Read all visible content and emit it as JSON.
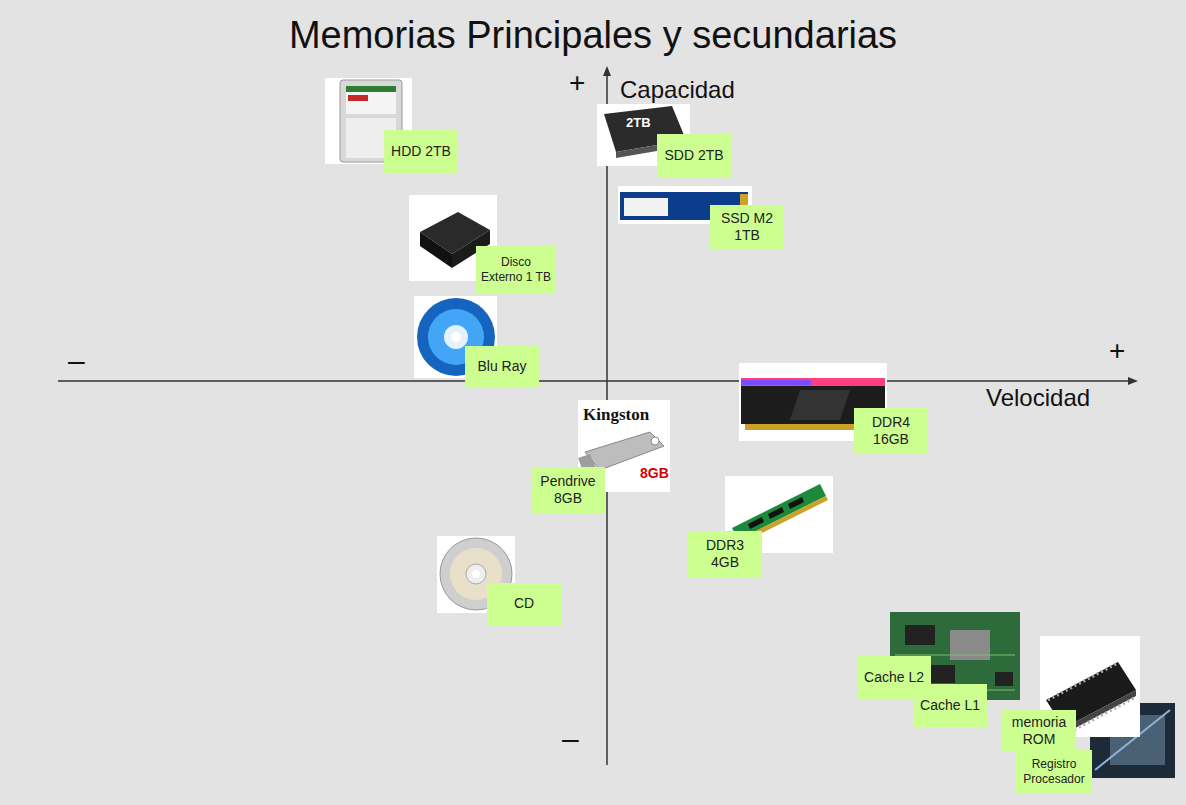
{
  "diagram": {
    "title": "Memorias Principales y secundarias",
    "nodes": [
      {
        "text": [
          "HDD 2TB"
        ]
      },
      {
        "text": [
          "SDD 2TB"
        ]
      },
      {
        "text": [
          "SSD M2 1TB"
        ]
      },
      {
        "text": [
          "Disco Externo 1 TB"
        ]
      },
      {
        "text": [
          "Blu Ray"
        ]
      },
      {
        "text": [
          "DDR4 16GB"
        ]
      },
      {
        "text": [
          "Pendrive 8GB"
        ]
      },
      {
        "text": [
          "DDR3 4GB"
        ]
      },
      {
        "text": [
          "CD"
        ]
      },
      {
        "text": [
          "Cache L2"
        ]
      },
      {
        "text": [
          "Cache L1"
        ]
      },
      {
        "text": [
          "memoria ROM"
        ]
      },
      {
        "text": [
          "Registro Procesador"
        ]
      }
    ],
    "labels": [
      "+",
      "Capacidad",
      "–",
      "+",
      "Velocidad",
      "–",
      "2TB",
      "Kingston",
      "8GB"
    ]
  }
}
